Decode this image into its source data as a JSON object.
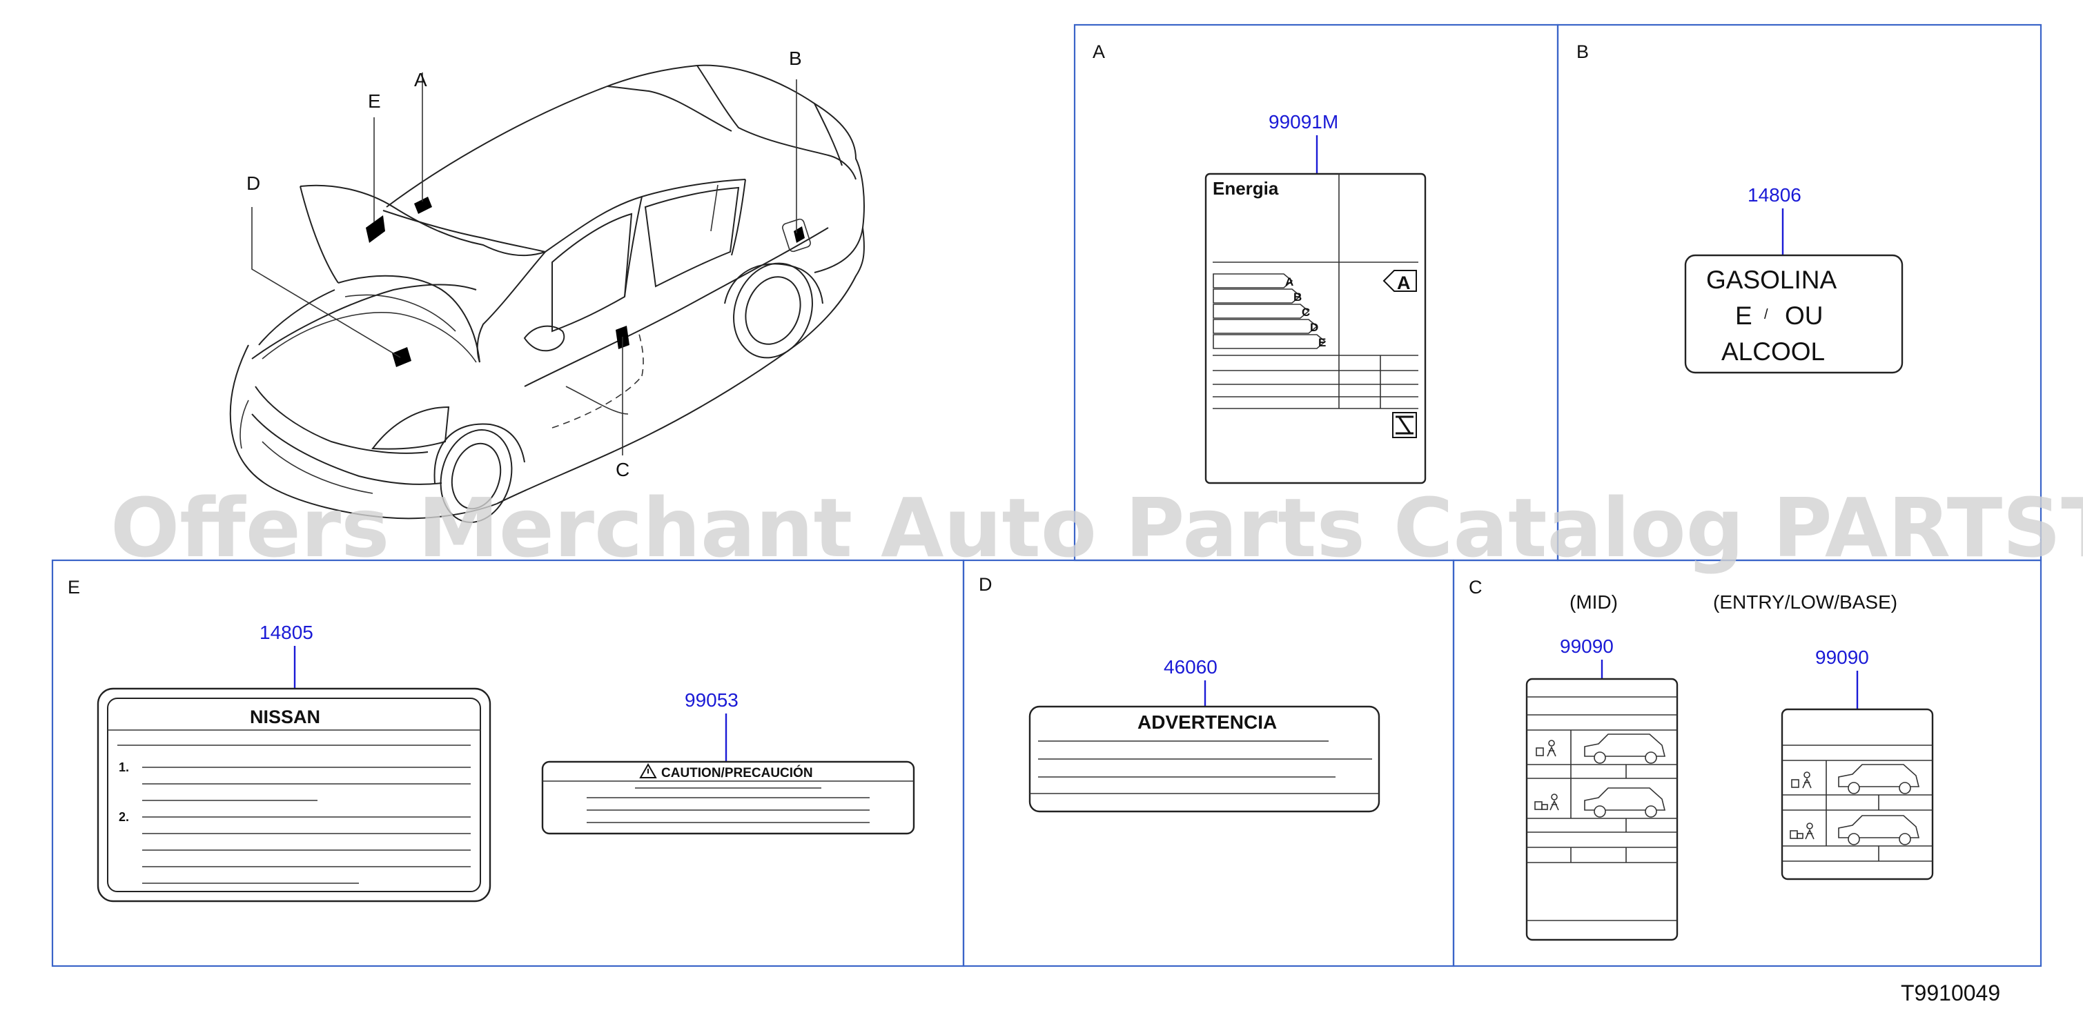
{
  "callouts": {
    "energy_label": "99091M",
    "fuel_label": "14806",
    "tire_label": "14805",
    "caution_label": "99053",
    "warning_label": "46060",
    "door_label_mid": "99090",
    "door_label_entry": "99090"
  },
  "locations": {
    "a": "A",
    "b": "B",
    "c": "C",
    "d": "D",
    "e": "E"
  },
  "panels": {
    "a": {
      "title": "A"
    },
    "b": {
      "title": "B"
    },
    "c": {
      "title": "C",
      "variant_mid": "(MID)",
      "variant_entry": "(ENTRY/LOW/BASE)"
    },
    "d": {
      "title": "D"
    },
    "e": {
      "title": "E"
    }
  },
  "labels": {
    "energy_heading": "Energia",
    "energy_class": "A",
    "energy_scale": [
      "A",
      "B",
      "C",
      "D",
      "E"
    ],
    "fuel_line1": "GASOLINA",
    "fuel_line2_left": "E",
    "fuel_line2_slash": "/",
    "fuel_line2_right": "OU",
    "fuel_line3": "ALCOOL",
    "tire_brand": "NISSAN",
    "tire_item1": "1.",
    "tire_item2": "2.",
    "caution_text": "CAUTION/PRECAUCIÓN",
    "warning_text": "ADVERTENCIA"
  },
  "watermark": "Offers Merchant Auto Parts Catalog PARTSTORE.SA",
  "figure_id": "T9910049"
}
